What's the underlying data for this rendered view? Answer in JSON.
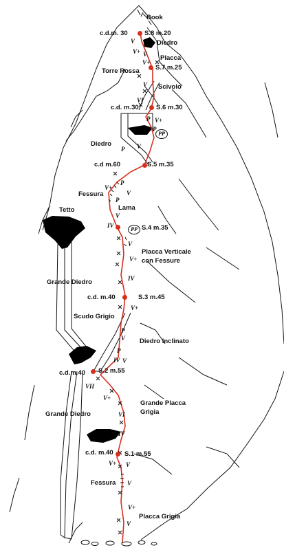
{
  "route": {
    "summit_label": "Book",
    "belays": [
      {
        "id": "s8",
        "label": "S.8 m.20",
        "cdm": "c.d.m. 30"
      },
      {
        "id": "s7",
        "label": "S.7 m.25"
      },
      {
        "id": "s6",
        "label": "S.6 m.30",
        "cdm": "c.d. m.30"
      },
      {
        "id": "s5",
        "label": "S.5 m.35",
        "cdm": "c.d m.60"
      },
      {
        "id": "s4",
        "label": "S.4 m.35"
      },
      {
        "id": "s3",
        "label": "S.3 m.45",
        "cdm": "c.d. m.40"
      },
      {
        "id": "s2",
        "label": "S.2 m.55",
        "cdm": "c.d.m.40"
      },
      {
        "id": "s1",
        "label": "S.1 m.55",
        "cdm": "c.d. m.40"
      }
    ],
    "features": {
      "diedro_top": "Diedro",
      "placca_top": "Placca",
      "torre_rossa": "Torre Rossa",
      "scivolo": "Scivolo",
      "diedro_mid": "Diedro",
      "fessura_upper": "Fessura",
      "lama": "Lama",
      "tetto": "Tetto",
      "placca_verticale_line1": "Placca Verticale",
      "placca_verticale_line2": "con Fessure",
      "grande_diedro_upper": "Grande Diedro",
      "scudo_grigio": "Scudo Grigio",
      "diedro_inclinato": "Diedro Inclinato",
      "grande_placca_line1": "Grande Placca",
      "grande_placca_line2": "Grigia",
      "grande_diedro_lower": "Grande Diedro",
      "fessura_lower": "Fessura",
      "placca_grigia": "Placca Grigia"
    },
    "pp_label": "PP",
    "grades": {
      "g1": "V",
      "g2": "V+",
      "g3": "V",
      "g4": "V+",
      "g5": "V",
      "g6": "VI",
      "g7": "V+",
      "g8": "P",
      "g9": "P",
      "g10": "P",
      "g11": "V",
      "g12": "P",
      "g13": "V+",
      "g14": "V",
      "g15": "P",
      "g16": "V",
      "g17": "IV",
      "g18": "V",
      "g19": "V+",
      "g20": "IV",
      "g21": "V+",
      "g22": "P",
      "g23": "V",
      "g24": "P",
      "g25": "IV",
      "g26": "V",
      "g27": "VII",
      "g28": "V+",
      "g29": "VI",
      "g30": "IV",
      "g31": "V+",
      "g32": "V",
      "g33": "V",
      "g34": "V+",
      "g35": "V"
    },
    "colors": {
      "route_line": "#d62f1e",
      "belay_point": "#d62f1e",
      "rock_outline": "#111111",
      "overhang_fill": "#000000"
    }
  }
}
